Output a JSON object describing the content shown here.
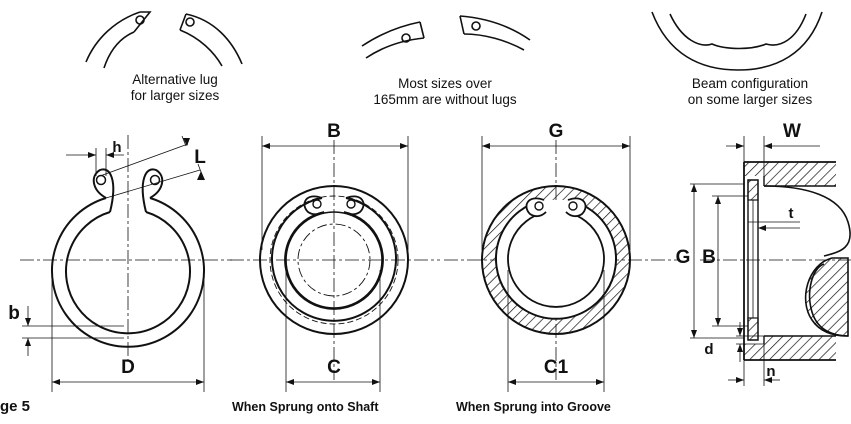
{
  "captions": {
    "lug_line1": "Alternative lug",
    "lug_line2": "for larger sizes",
    "sizes_line1": "Most sizes over",
    "sizes_line2": "165mm are without lugs",
    "beam_line1": "Beam configuration",
    "beam_line2": "on some larger sizes"
  },
  "labels": {
    "h": "h",
    "L": "L",
    "b": "b",
    "D": "D",
    "B_mid": "B",
    "C": "C",
    "G_mid": "G",
    "C1": "C1",
    "W": "W",
    "t": "t",
    "G_side": "G",
    "B_side": "B",
    "d": "d",
    "n": "n"
  },
  "bottom": {
    "figure": "ge 5",
    "shaft": "When Sprung onto Shaft",
    "groove": "When Sprung into Groove"
  }
}
